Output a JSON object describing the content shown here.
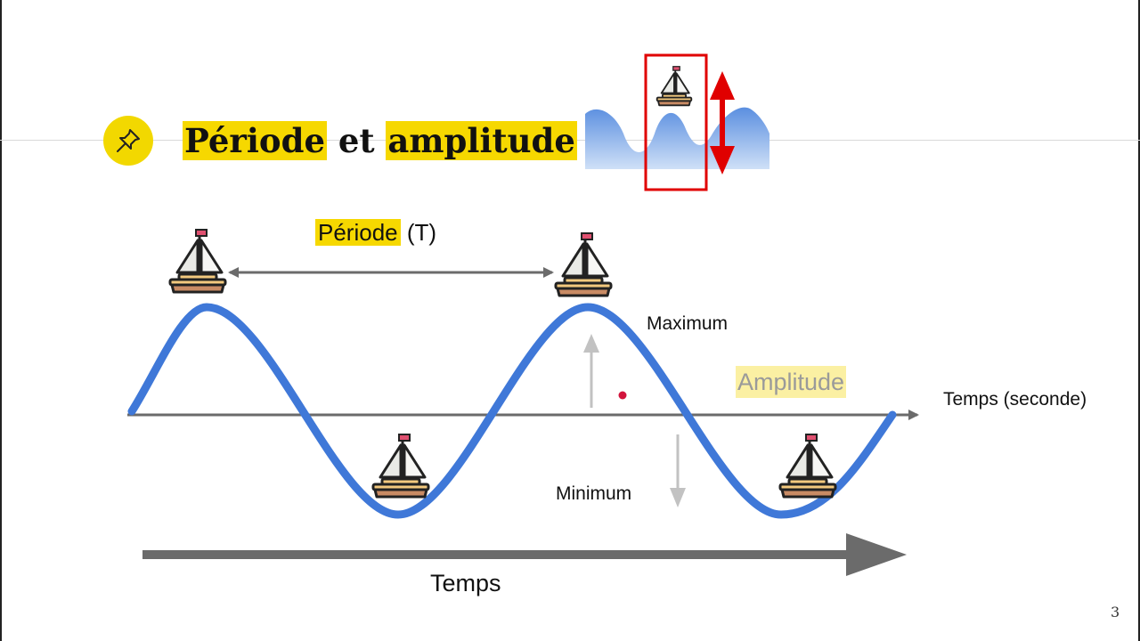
{
  "slide": {
    "title_part1": "Période",
    "title_connector": " et ",
    "title_part2": "amplitude",
    "page_number": "3"
  },
  "diagram": {
    "period_label_highlight": "Période",
    "period_label_rest": " (T)",
    "maximum_label": "Maximum",
    "minimum_label": "Minimum",
    "amplitude_label": "Amplitude",
    "axis_label": "Temps (seconde)",
    "time_arrow_label": "Temps"
  },
  "colors": {
    "highlight": "#f6d800",
    "wave": "#3f78d8",
    "boat_hull": "#c98b64",
    "thumbnail_frame": "#e00000"
  },
  "icons": [
    "pushpin-icon",
    "sailboat-icon",
    "wave-thumbnail"
  ]
}
